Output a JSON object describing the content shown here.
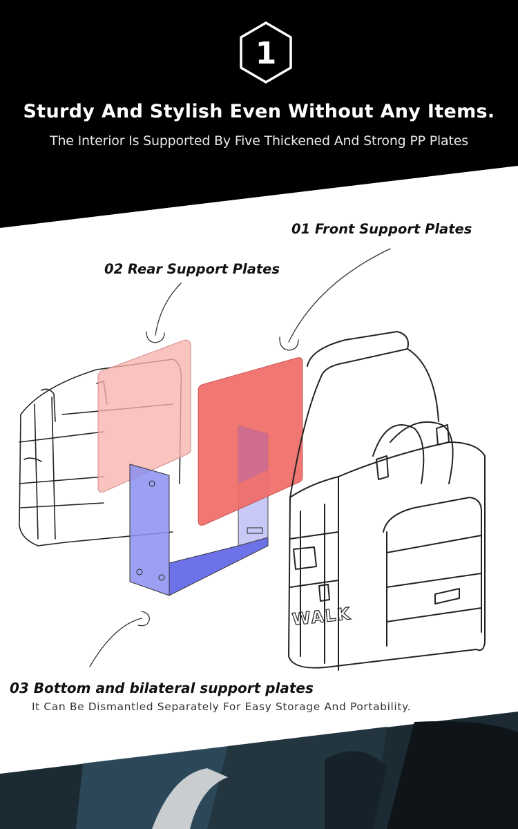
{
  "badge": {
    "number": "1",
    "icon": "hexagon-badge-icon"
  },
  "header": {
    "title": "Sturdy And Stylish Even Without Any Items.",
    "subtitle": "The Interior Is Supported By Five Thickened And Strong PP Plates"
  },
  "diagram": {
    "labels": {
      "front": "01 Front  Support Plates",
      "rear": "02 Rear Support Plates",
      "bottom": "03 Bottom and bilateral support plates"
    },
    "note": "It Can Be Dismantled Separately For Easy Storage And Portability.",
    "bag_brand": "WALK",
    "plate_colors": {
      "front": "#f06b66",
      "rear": "#f7b2ae",
      "bottom": "#8a8ff0"
    }
  }
}
